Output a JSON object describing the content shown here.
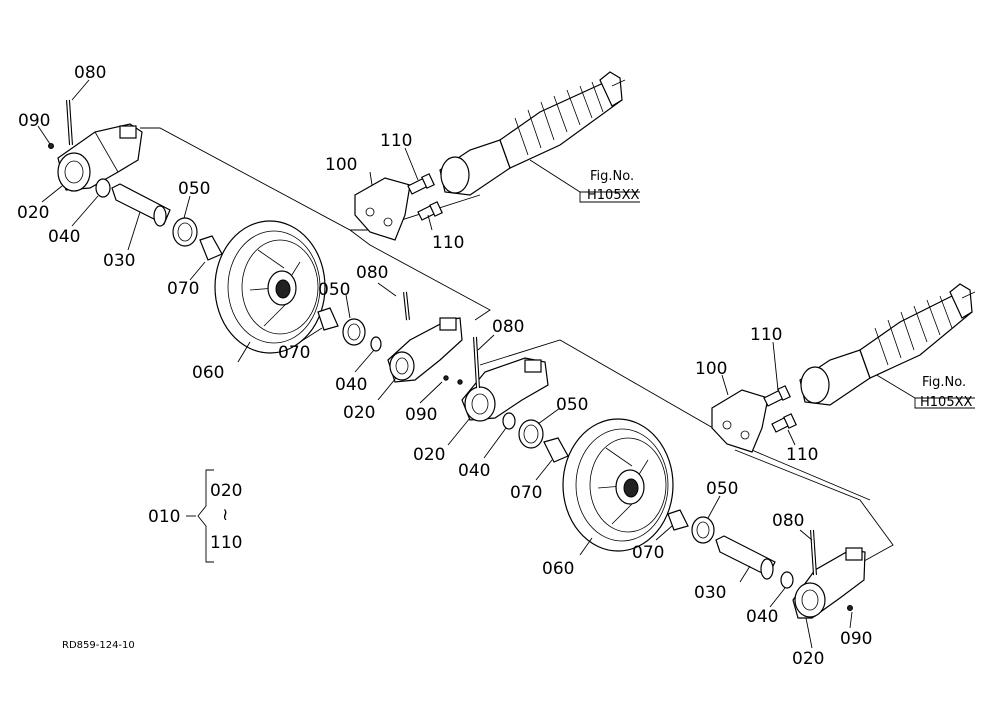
{
  "diagram": {
    "drawing_number": "RD859-124-10",
    "figure_refs": [
      {
        "line1": "Fig.No.",
        "line2": "H105XX"
      },
      {
        "line1": "Fig.No.",
        "line2": "H105XX"
      }
    ],
    "range_note": {
      "assembly": "010",
      "from": "020",
      "symbol": "≀",
      "to": "110"
    },
    "labels": {
      "a080": "080",
      "a090": "090",
      "a020": "020",
      "a040": "040",
      "a030": "030",
      "a050": "050",
      "a070": "070",
      "a060": "060",
      "a100": "100",
      "a110a": "110",
      "a110b": "110",
      "b080": "080",
      "b050": "050",
      "b070": "070",
      "b040": "040",
      "b020": "020",
      "b090": "090",
      "c080": "080",
      "c020": "020",
      "c040": "040",
      "c050": "050",
      "c070": "070",
      "c060": "060",
      "d100": "100",
      "d110a": "110",
      "d110b": "110",
      "e050": "050",
      "e070": "070",
      "e030": "030",
      "e080": "080",
      "e040": "040",
      "e090": "090",
      "e020": "020"
    }
  }
}
